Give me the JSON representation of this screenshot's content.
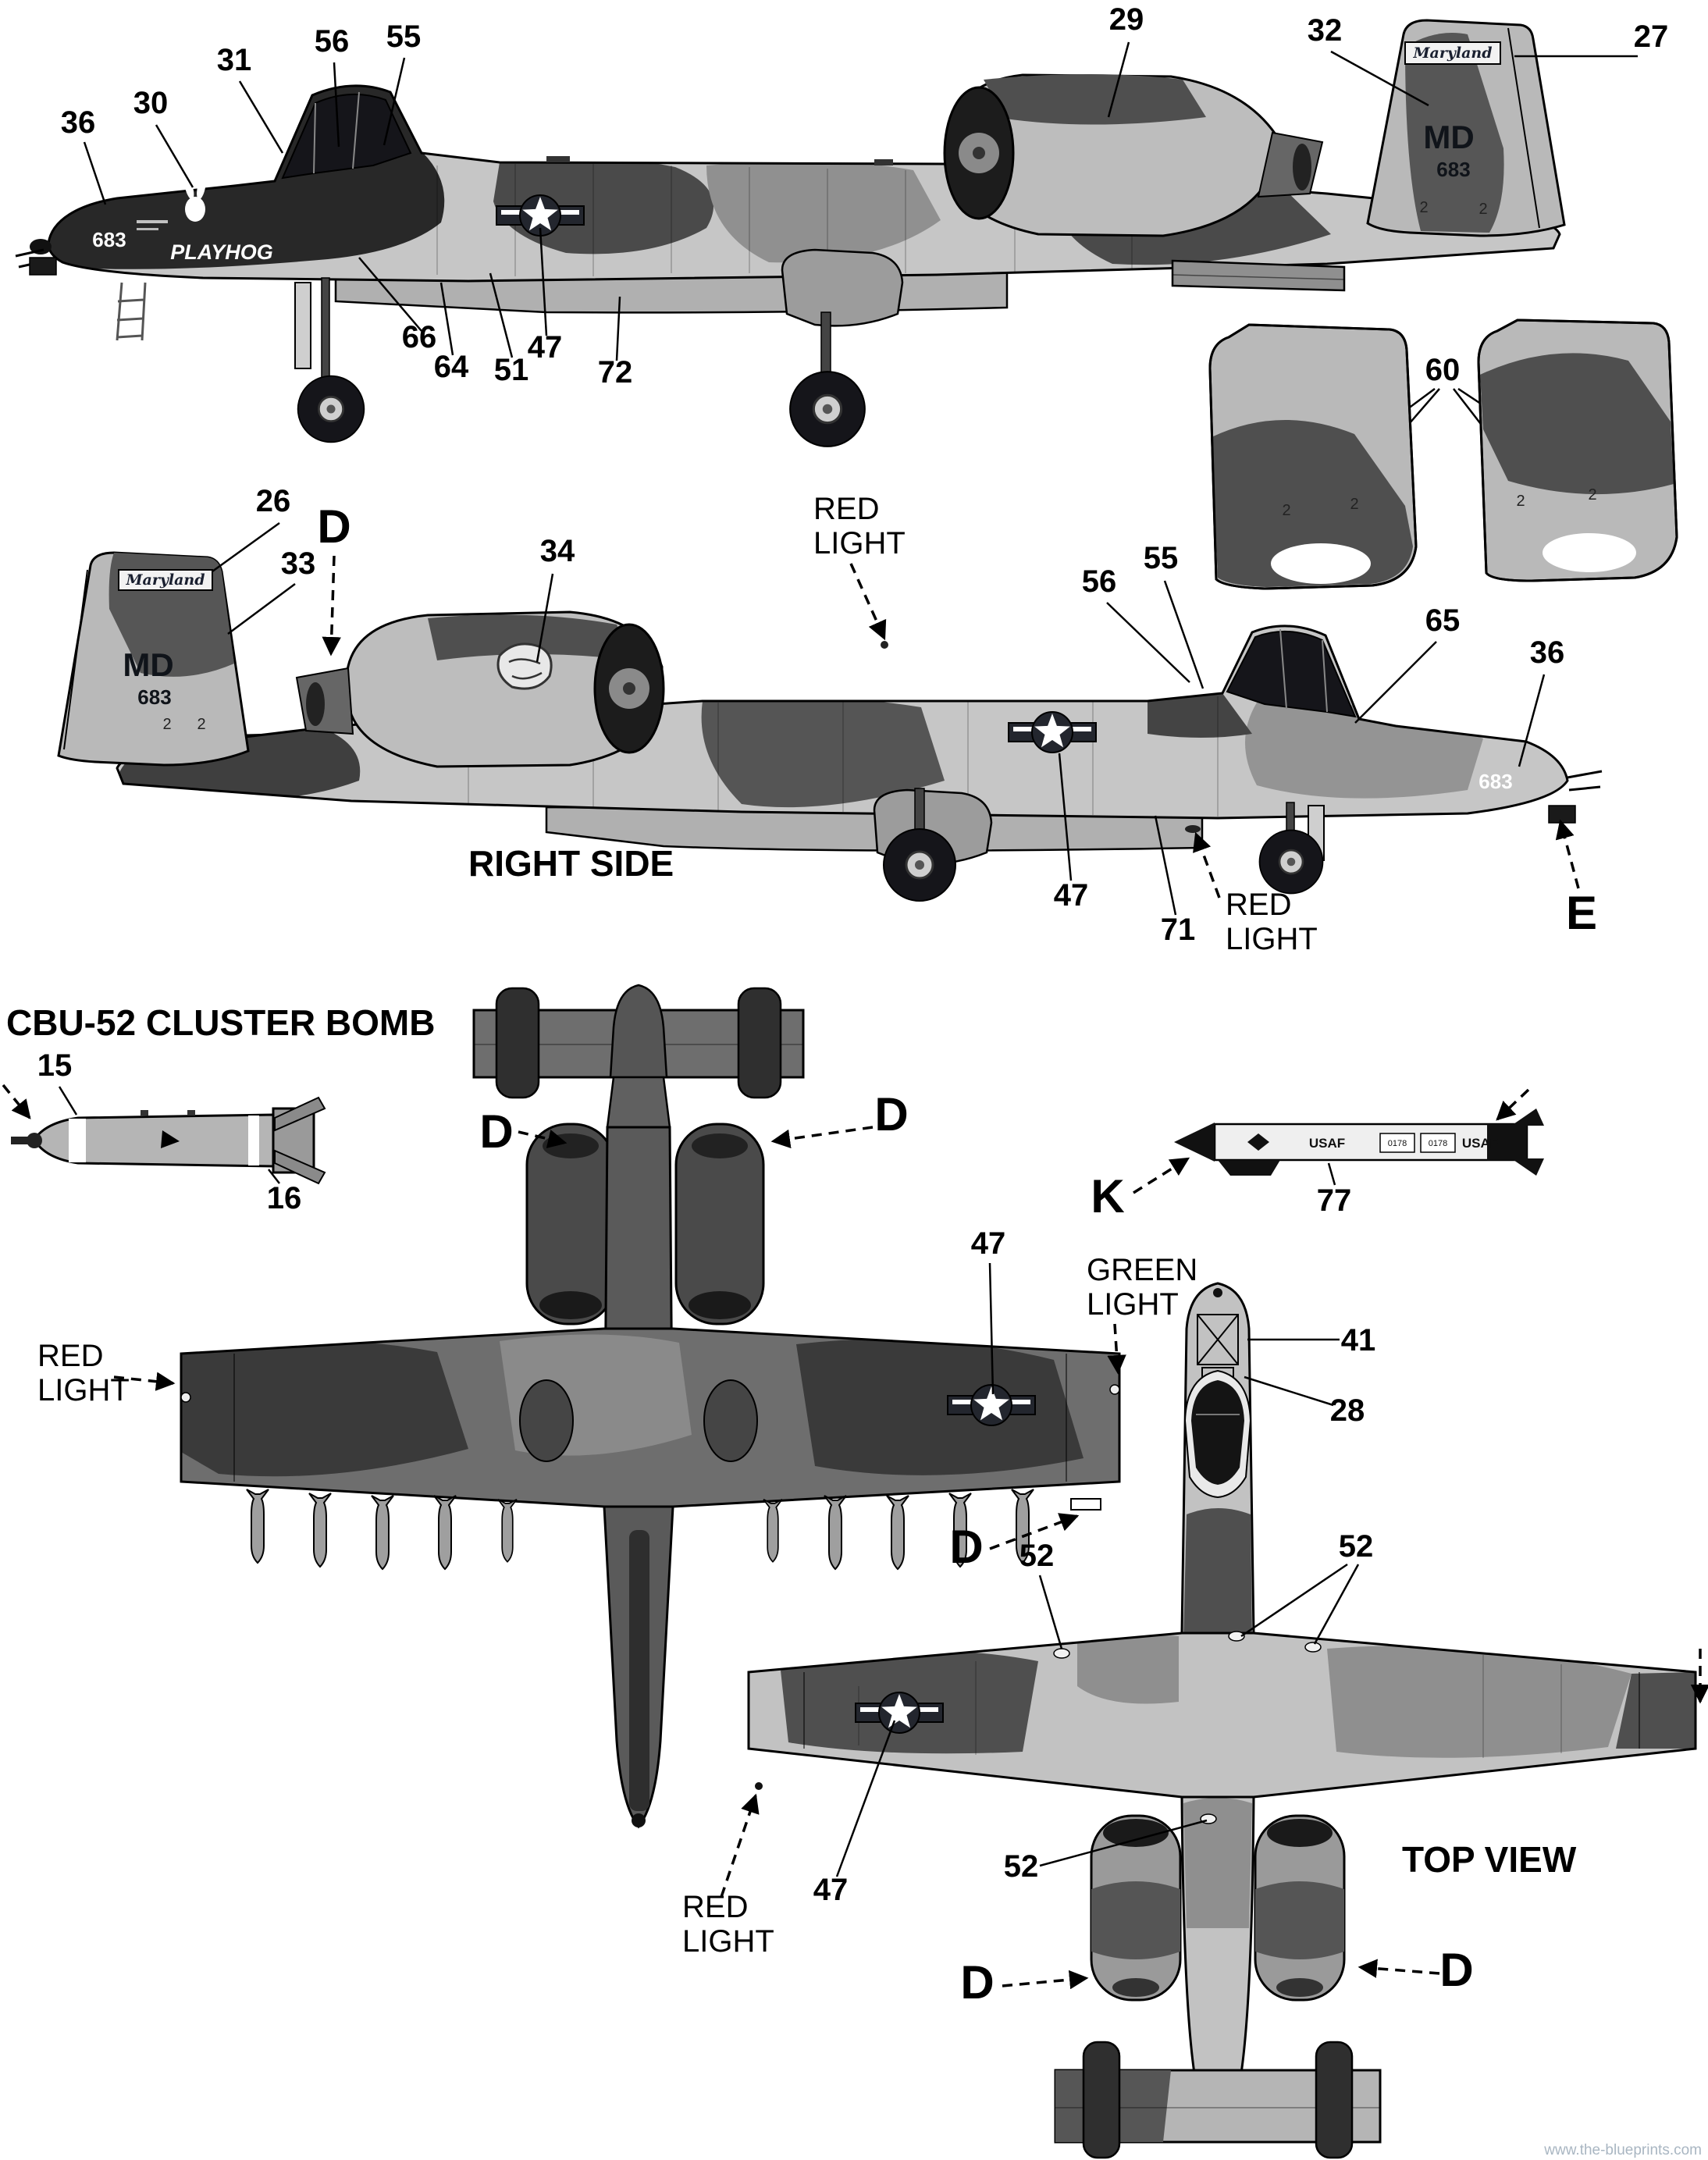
{
  "watermark": "www.the-blueprints.com",
  "headings": {
    "right_side": "RIGHT SIDE",
    "top_view": "TOP VIEW",
    "cbu": "CBU-52 CLUSTER BOMB"
  },
  "labels": {
    "red": "RED",
    "green": "GREEN",
    "light": "LIGHT",
    "d": "D",
    "e": "E",
    "k": "K"
  },
  "markings": {
    "state": "Maryland",
    "tail_code": "MD",
    "tail_num": "683",
    "nose_num": "683",
    "nose_art": "PLAYHOG",
    "stencil2": "2",
    "usaf": "USAF",
    "serial": "0178"
  },
  "callouts": {
    "left": {
      "n36": "36",
      "n30": "30",
      "n31": "31",
      "n56": "56",
      "n55": "55",
      "n29": "29",
      "n32": "32",
      "n27": "27",
      "n66": "66",
      "n64": "64",
      "n51": "51",
      "n47": "47",
      "n72": "72",
      "n60": "60"
    },
    "right": {
      "n26": "26",
      "n33": "33",
      "n34": "34",
      "n56": "56",
      "n55": "55",
      "n65": "65",
      "n36": "36",
      "n47": "47",
      "n71": "71"
    },
    "bomb": {
      "n15": "15",
      "n16": "16"
    },
    "bottom": {
      "n47": "47"
    },
    "missile": {
      "n77": "77"
    },
    "top": {
      "n41": "41",
      "n28": "28",
      "n52": "52",
      "n47": "47"
    }
  },
  "colors": {
    "base_light": "#c6c6c6",
    "camo_mid": "#8f8f8f",
    "camo_dark": "#4a4a4a",
    "near_black": "#262626"
  }
}
